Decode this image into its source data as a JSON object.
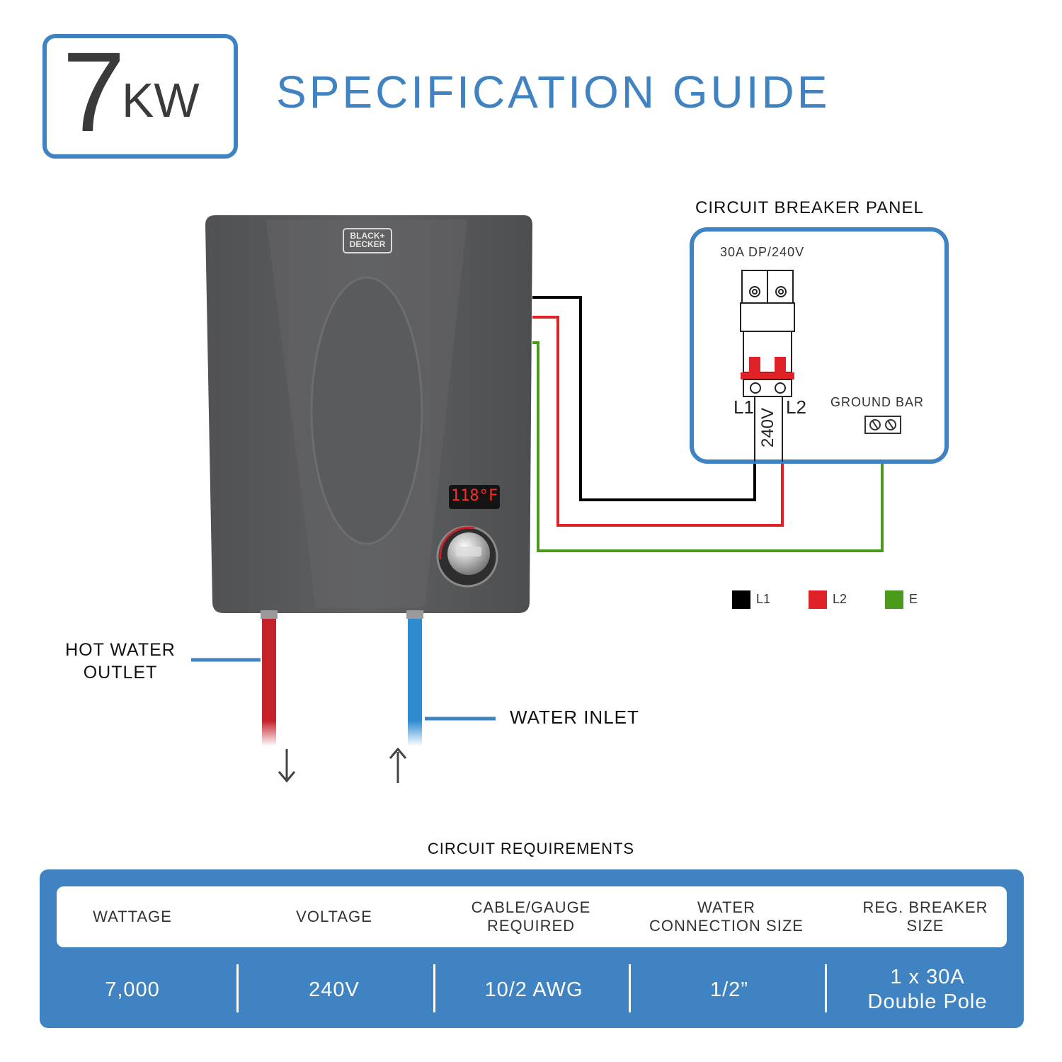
{
  "badge": {
    "number": "7",
    "unit": "KW"
  },
  "title": "SPECIFICATION GUIDE",
  "heater": {
    "brand_line1": "BLACK+",
    "brand_line2": "DECKER",
    "display": "118°F"
  },
  "panel": {
    "title": "CIRCUIT BREAKER PANEL",
    "breaker_rating": "30A DP/240V",
    "l1_label": "L1",
    "l2_label": "L2",
    "voltage_label": "240V",
    "ground_label": "GROUND BAR"
  },
  "legend": [
    {
      "label": "L1",
      "color": "#000000"
    },
    {
      "label": "L2",
      "color": "#e02127"
    },
    {
      "label": "E",
      "color": "#4a9a1b"
    }
  ],
  "water": {
    "hot_outlet": "HOT WATER\nOUTLET",
    "inlet": "WATER INLET"
  },
  "colors": {
    "accent": "#3f83c3",
    "hot": "#c4232c",
    "cold": "#2f8bd0",
    "heater": "#595a5c"
  },
  "requirements": {
    "title": "CIRCUIT REQUIREMENTS",
    "headers": [
      "WATTAGE",
      "VOLTAGE",
      "CABLE/GAUGE\nREQUIRED",
      "WATER\nCONNECTION SIZE",
      "REG. BREAKER\nSIZE"
    ],
    "values": [
      "7,000",
      "240V",
      "10/2 AWG",
      "1/2”",
      "1 x 30A\nDouble Pole"
    ]
  }
}
